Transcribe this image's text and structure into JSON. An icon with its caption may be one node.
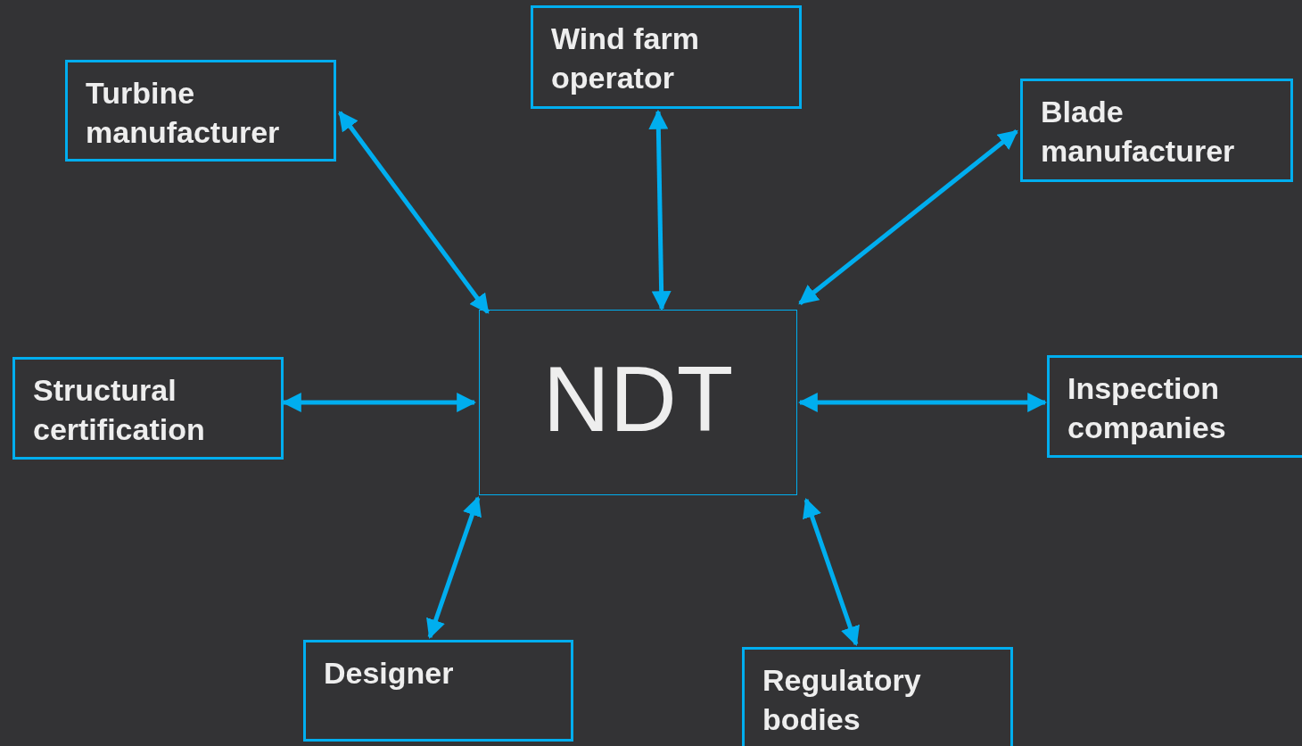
{
  "diagram": {
    "nodes": [
      {
        "text": [
          "Turbine manufacturer"
        ]
      },
      {
        "text": [
          "Wind farm operator"
        ]
      },
      {
        "text": [
          "Blade manufacturer"
        ]
      },
      {
        "text": [
          "Structural certification"
        ]
      },
      {
        "text": [
          "NDT"
        ]
      },
      {
        "text": [
          "Inspection companies"
        ]
      },
      {
        "text": [
          "Designer"
        ]
      },
      {
        "text": [
          "Regulatory bodies"
        ]
      }
    ],
    "edges": [
      {
        "from": 4,
        "to": 0,
        "arrow": "both"
      },
      {
        "from": 4,
        "to": 1,
        "arrow": "both"
      },
      {
        "from": 4,
        "to": 2,
        "arrow": "both"
      },
      {
        "from": 4,
        "to": 3,
        "arrow": "both"
      },
      {
        "from": 4,
        "to": 5,
        "arrow": "both"
      },
      {
        "from": 4,
        "to": 6,
        "arrow": "both"
      },
      {
        "from": 4,
        "to": 7,
        "arrow": "both"
      }
    ]
  }
}
